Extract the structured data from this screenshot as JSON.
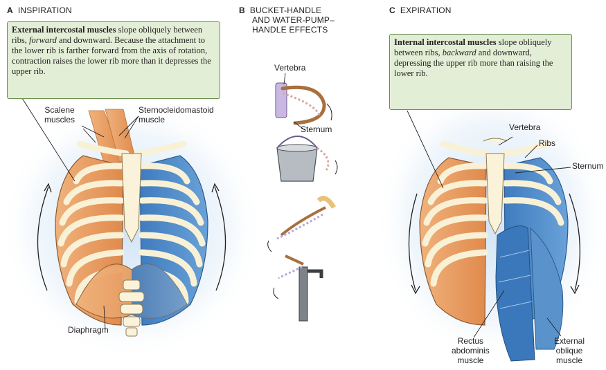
{
  "panels": {
    "a": {
      "letter": "A",
      "title": "INSPIRATION",
      "callout": {
        "bold": "External intercostal muscles",
        "t1": " slope obliquely between ribs, ",
        "italic": "forward",
        "t2": " and downward. Because the attachment to the lower rib is farther forward from the axis of rotation, contraction raises the lower rib more than it depresses the upper rib."
      },
      "labels": {
        "scalene_1": "Scalene",
        "scalene_2": "muscles",
        "scm_1": "Sternocleidomastoid",
        "scm_2": "muscle",
        "diaphragm": "Diaphragm"
      }
    },
    "b": {
      "letter": "B",
      "title_1": "BUCKET-HANDLE",
      "title_2": "AND WATER-PUMP–",
      "title_3": "HANDLE  EFFECTS",
      "labels": {
        "vertebra": "Vertebra",
        "sternum": "Sternum"
      }
    },
    "c": {
      "letter": "C",
      "title": "EXPIRATION",
      "callout": {
        "bold": "Internal intercostal muscles",
        "t1": " slope obliquely between ribs, ",
        "italic": "backward",
        "t2": " and downward, depressing the upper rib more than raising the lower rib."
      },
      "labels": {
        "vertebra": "Vertebra",
        "ribs": "Ribs",
        "sternum": "Sternum",
        "rectus_1": "Rectus",
        "rectus_2": "abdominis",
        "rectus_3": "muscle",
        "ext_1": "External",
        "ext_2": "oblique",
        "ext_3": "muscle"
      }
    }
  },
  "colors": {
    "callout_fill": "#e2eed6",
    "callout_border": "#6b8f4f",
    "bone": "#fbf3d9",
    "inspiration_muscle": "#e8a064",
    "expiration_muscle": "#4a86c4",
    "background_glow": "#cfe2f5",
    "pump_accent": "#b9a6d6"
  }
}
